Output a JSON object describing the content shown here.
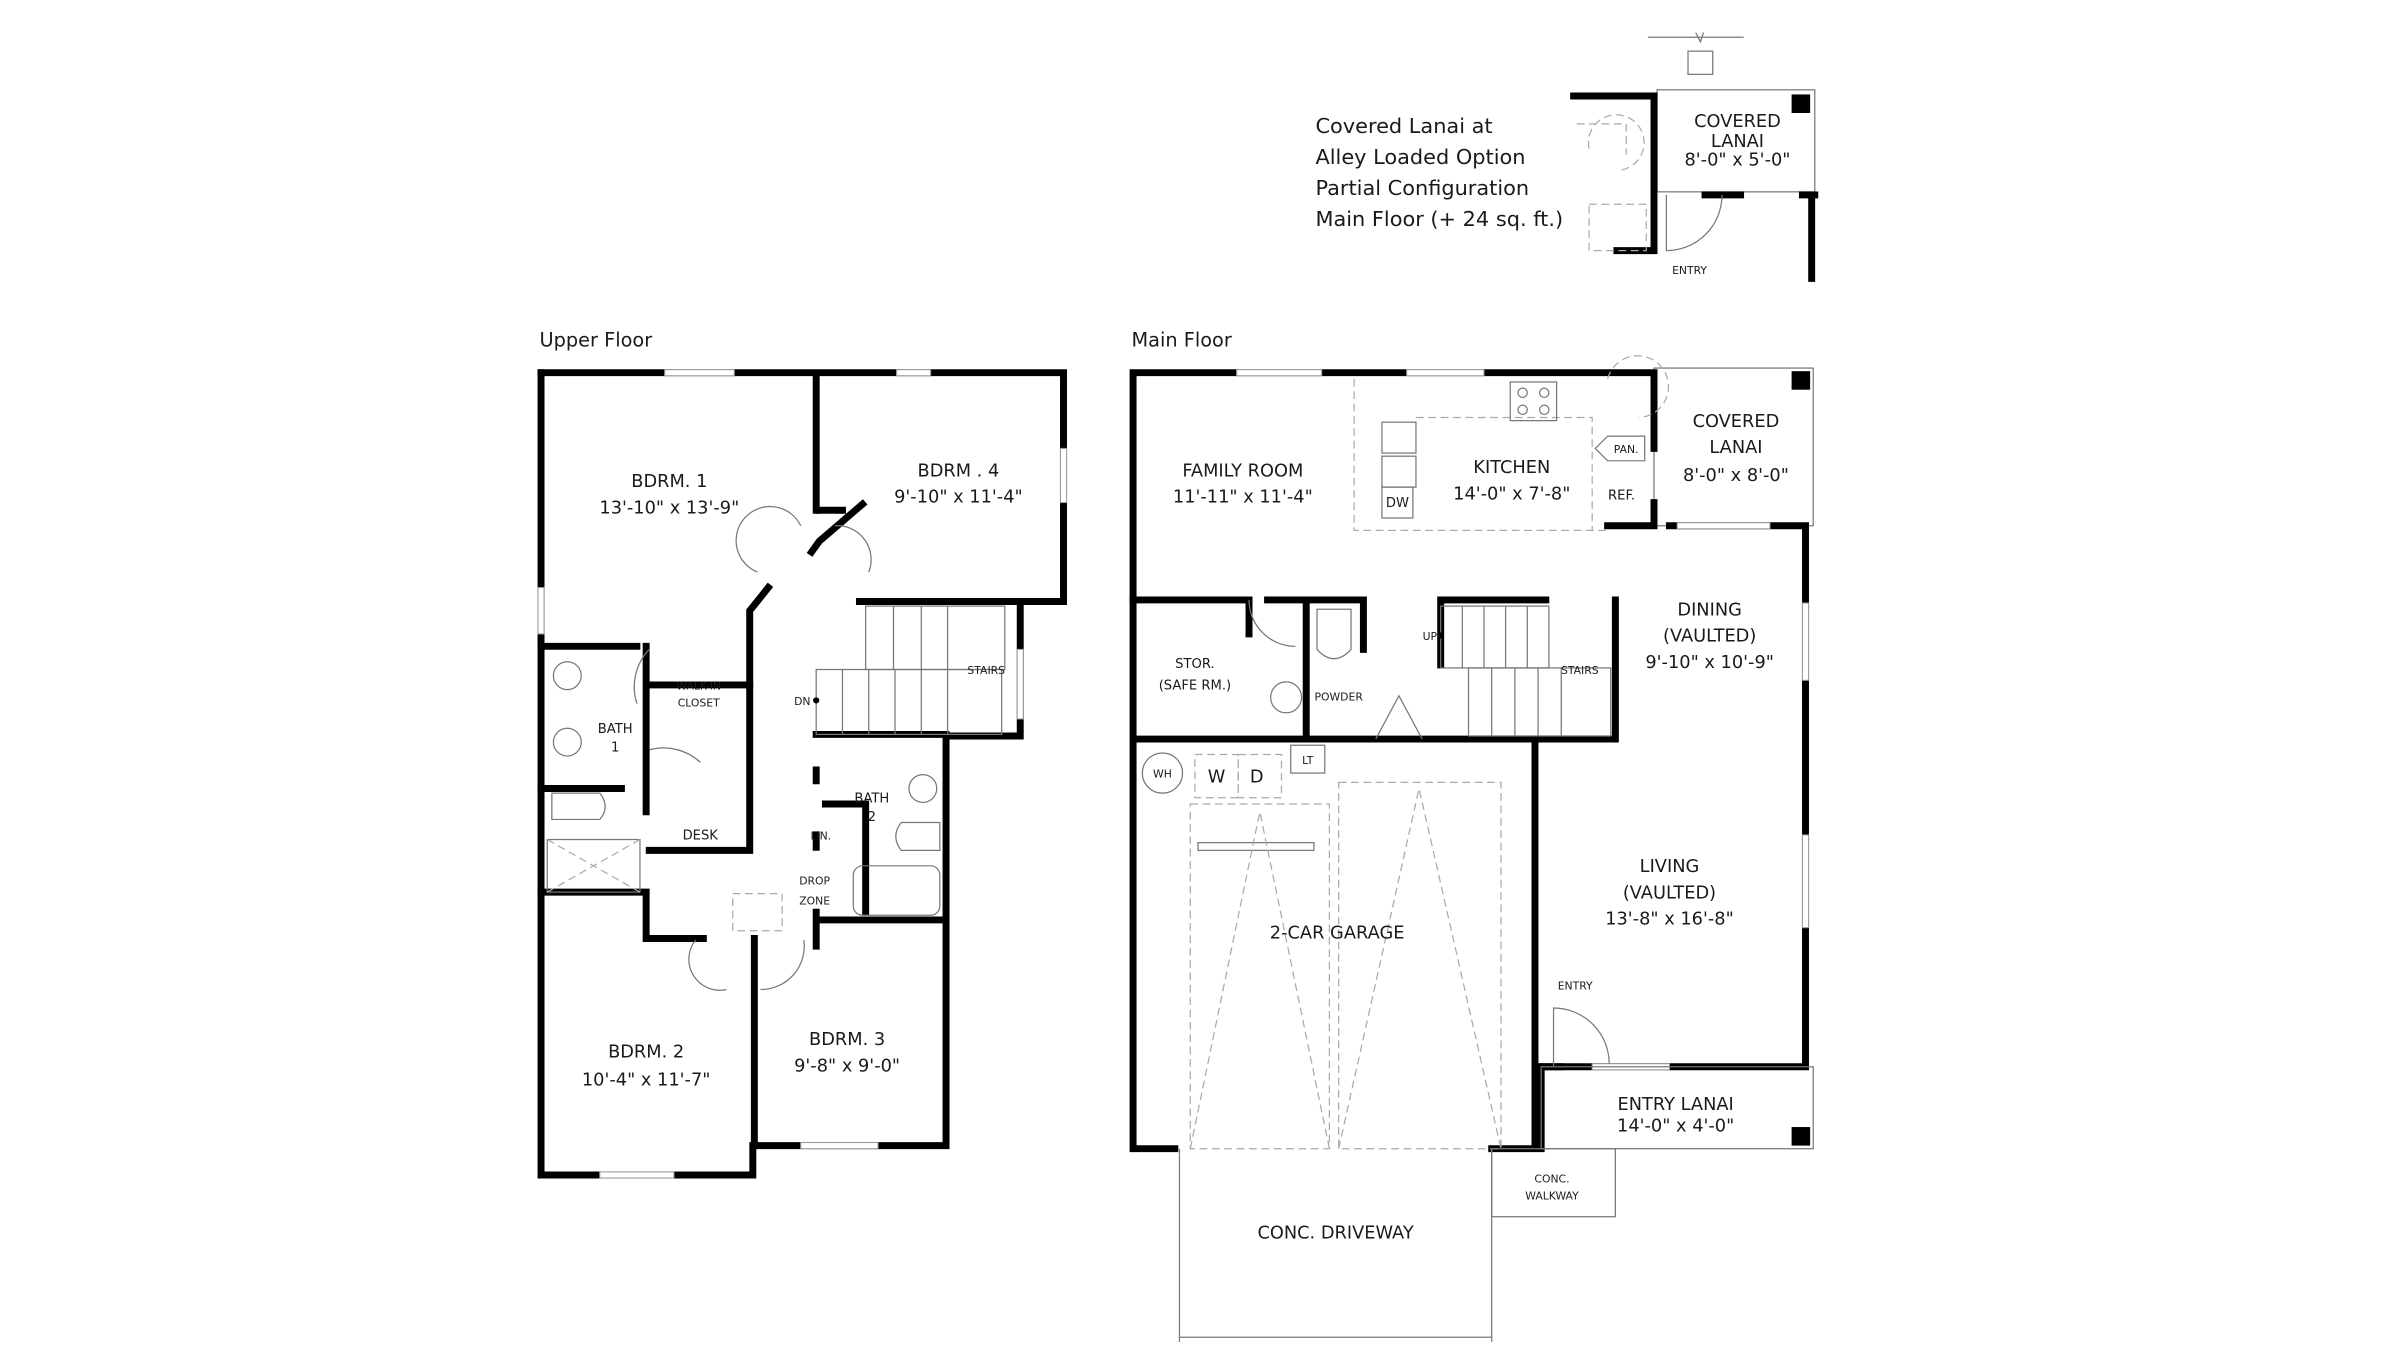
{
  "inset": {
    "note_lines": [
      "Covered Lanai at",
      "Alley Loaded Option",
      "Partial Configuration",
      "Main Floor (+ 24 sq. ft.)"
    ],
    "lanai": {
      "name_1": "COVERED",
      "name_2": "LANAI",
      "dims": "8'-0\" x 5'-0\""
    },
    "entry": "ENTRY"
  },
  "upper_floor": {
    "title": "Upper Floor",
    "bdrm1": {
      "name": "BDRM. 1",
      "dims": "13'-10\" x 13'-9\""
    },
    "bdrm4": {
      "name": "BDRM . 4",
      "dims": "9'-10\" x 11'-4\""
    },
    "stairs": "STAIRS",
    "dn": "DN",
    "closet": {
      "line1": "WALK-IN",
      "line2": "CLOSET"
    },
    "bath1": {
      "line1": "BATH",
      "line2": "1"
    },
    "desk": "DESK",
    "bath2": {
      "line1": "BATH",
      "line2": "2"
    },
    "linen": "LIN.",
    "drop": {
      "line1": "DROP",
      "line2": "ZONE"
    },
    "bdrm2": {
      "name": "BDRM. 2",
      "dims": "10'-4\" x 11'-7\""
    },
    "bdrm3": {
      "name": "BDRM. 3",
      "dims": "9'-8\" x 9'-0\""
    }
  },
  "main_floor": {
    "title": "Main Floor",
    "family": {
      "name": "FAMILY ROOM",
      "dims": "11'-11\" x 11'-4\""
    },
    "kitchen": {
      "name": "KITCHEN",
      "dims": "14'-0\" x 7'-8\""
    },
    "dw": "DW",
    "pantry": "PAN.",
    "ref": "REF.",
    "lanai": {
      "name_1": "COVERED",
      "name_2": "LANAI",
      "dims": "8'-0\" x 8'-0\""
    },
    "dining": {
      "name": "DINING",
      "sub": "(VAULTED)",
      "dims": "9'-10\" x 10'-9\""
    },
    "up": "UP",
    "stairs": "STAIRS",
    "stor": {
      "line1": "STOR.",
      "line2": "(SAFE RM.)"
    },
    "powder": "POWDER",
    "wh": "WH",
    "washer": "W",
    "dryer": "D",
    "lt": "LT",
    "garage": "2-CAR GARAGE",
    "living": {
      "name": "LIVING",
      "sub": "(VAULTED)",
      "dims": "13'-8\" x 16'-8\""
    },
    "entry": "ENTRY",
    "entry_lanai": {
      "name": "ENTRY LANAI",
      "dims": "14'-0\" x 4'-0\""
    },
    "walkway": {
      "line1": "CONC.",
      "line2": "WALKWAY"
    },
    "driveway": "CONC. DRIVEWAY"
  }
}
